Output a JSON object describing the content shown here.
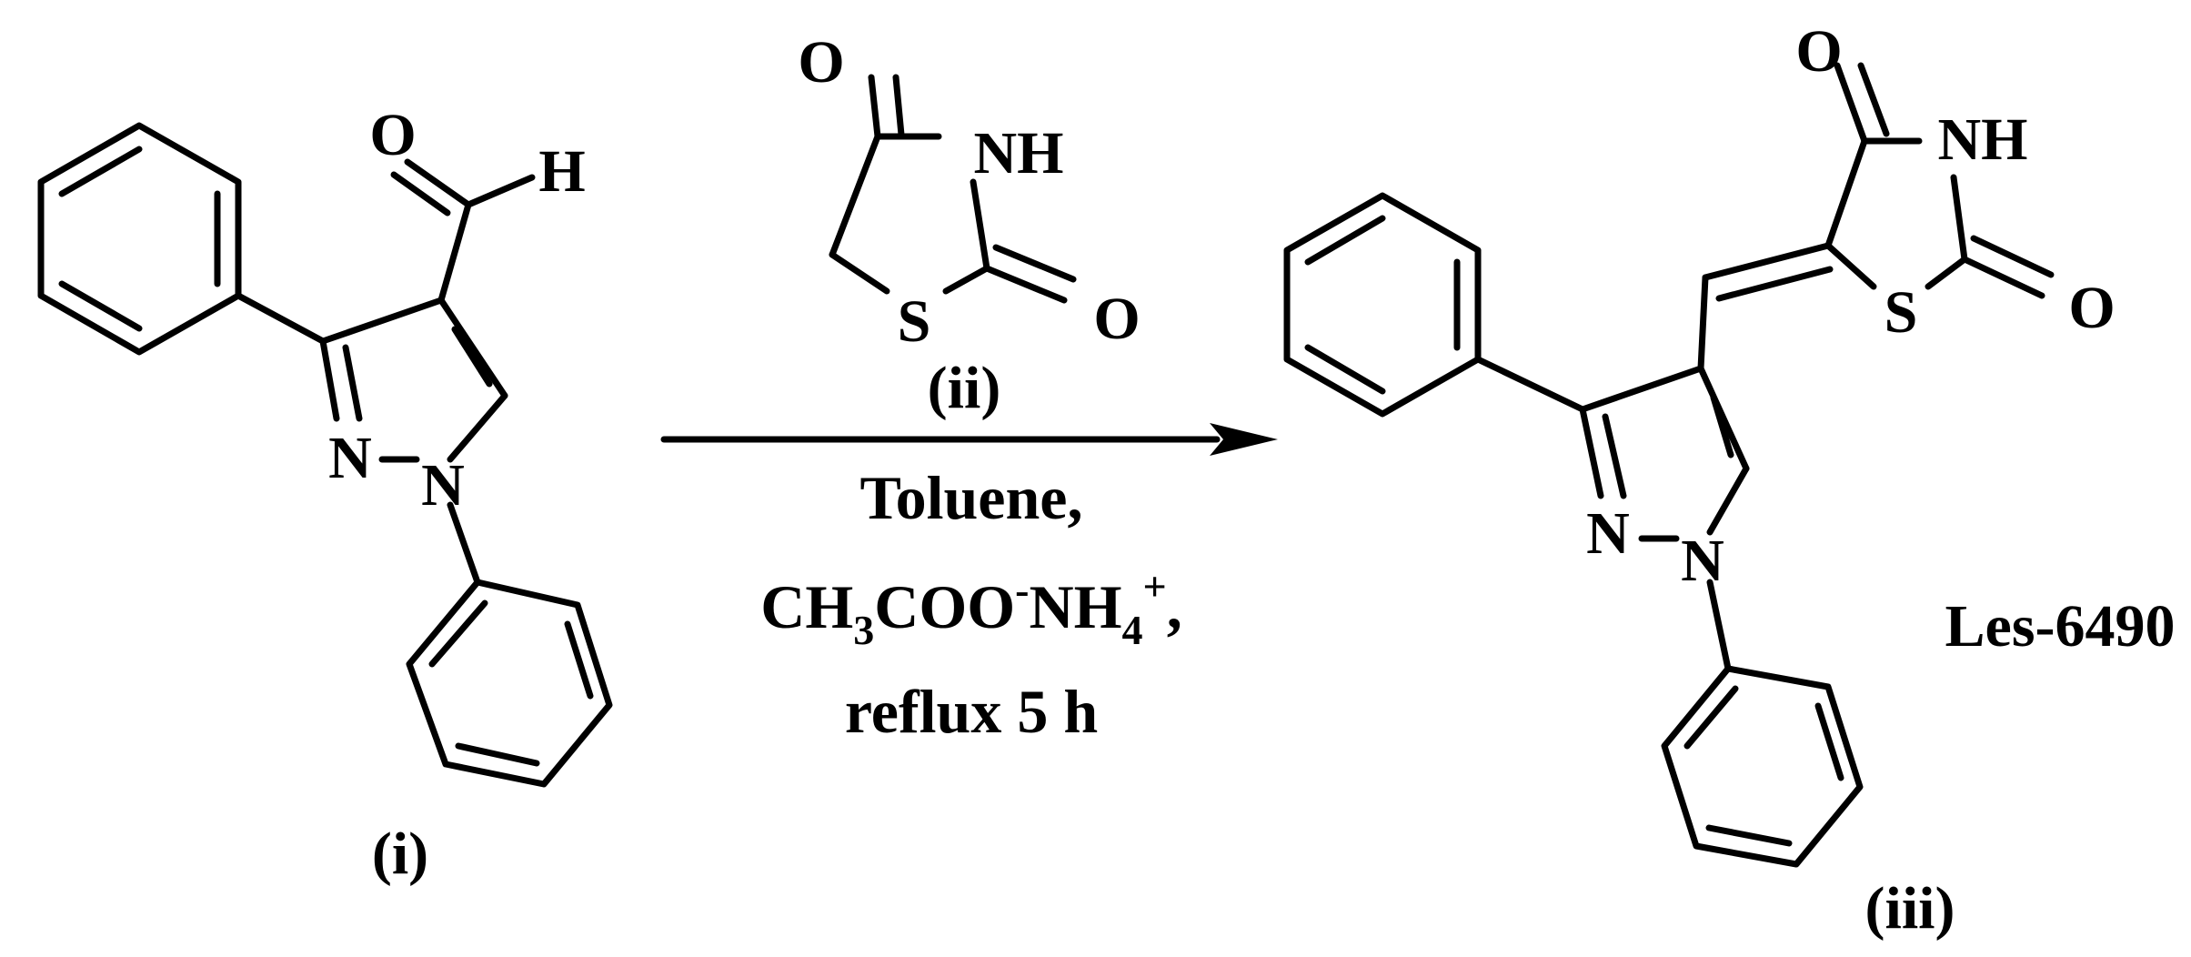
{
  "atoms": {
    "i_O": "O",
    "i_H": "H",
    "i_N2": "N",
    "i_N1": "N",
    "ii_O4": "O",
    "ii_NH": "NH",
    "ii_S": "S",
    "ii_O2": "O",
    "iii_O4": "O",
    "iii_NH": "NH",
    "iii_S": "S",
    "iii_O2": "O",
    "iii_N2": "N",
    "iii_N1": "N"
  },
  "labels": {
    "compound_i": "(i)",
    "compound_ii": "(ii)",
    "compound_iii": "(iii)",
    "product_name": "Les-6490"
  },
  "conditions": {
    "solvent": "Toluene,",
    "catalyst_ch": "CH",
    "catalyst_sub3": "3",
    "catalyst_coo": "COO",
    "catalyst_minus": "-",
    "catalyst_nh": "NH",
    "catalyst_sub4": "4",
    "catalyst_plus": "+",
    "catalyst_comma": ",",
    "time": "reflux 5 h"
  }
}
